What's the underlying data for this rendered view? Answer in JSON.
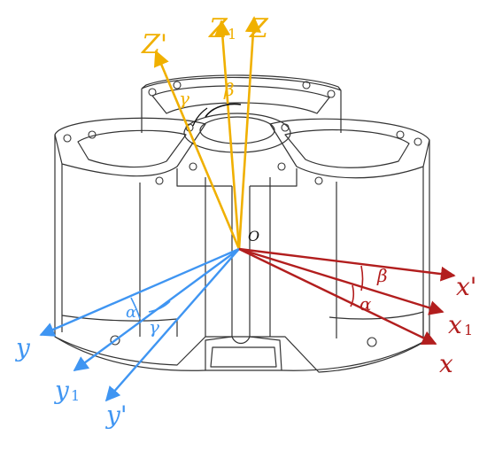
{
  "origin": {
    "label": "O"
  },
  "z_axes": {
    "color": "#f0b000",
    "Z": {
      "label": "Z"
    },
    "Z1": {
      "label": "Z",
      "sub": "1"
    },
    "Zp": {
      "label": "Z'"
    }
  },
  "y_axes": {
    "color": "#3f95f2",
    "y": {
      "label": "y"
    },
    "y1": {
      "label": "y",
      "sub": "1"
    },
    "yp": {
      "label": "y'"
    }
  },
  "x_axes": {
    "color": "#b21e1e",
    "x": {
      "label": "x"
    },
    "x1": {
      "label": "x",
      "sub": "1"
    },
    "xp": {
      "label": "x'"
    }
  },
  "angles": {
    "z_gamma": "γ",
    "z_beta": "β",
    "x_beta": "β",
    "x_alpha": "α",
    "y_alpha": "α",
    "y_gamma": "γ"
  },
  "outline_color": "#333333"
}
